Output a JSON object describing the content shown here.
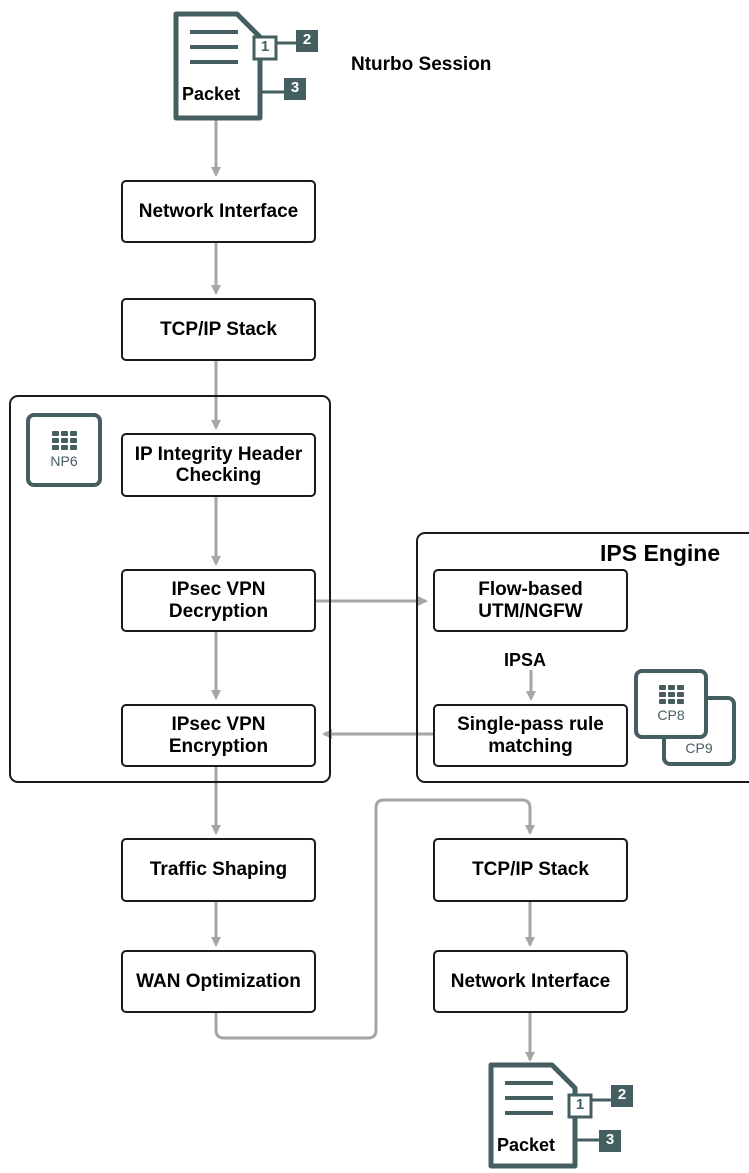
{
  "title": "",
  "nodes": {
    "network_interface_1": "Network Interface",
    "tcpip_stack_1": "TCP/IP Stack",
    "ip_integrity": "IP Integrity Header\nChecking",
    "ipsec_decryption": "IPsec VPN\nDecryption",
    "ipsec_encryption": "IPsec VPN\nEncryption",
    "traffic_shaping": "Traffic Shaping",
    "wan_optimization": "WAN Optimization",
    "flow_based": "Flow-based\nUTM/NGFW",
    "single_pass": "Single-pass rule\nmatching",
    "tcpip_stack_2": "TCP/IP Stack",
    "network_interface_2": "Network Interface"
  },
  "groups": {
    "ips_engine": "IPS Engine"
  },
  "labels": {
    "nturbo_session": "Nturbo Session",
    "ipsa": "IPSA"
  },
  "packet_top": {
    "label": "Packet",
    "tags": [
      "1",
      "2",
      "3"
    ]
  },
  "packet_bottom": {
    "label": "Packet",
    "tags": [
      "1",
      "2",
      "3"
    ]
  },
  "chips": {
    "np6": "NP6",
    "cp8": "CP8",
    "cp9": "CP9"
  },
  "colors": {
    "arrow": "#a6a6a6",
    "chip": "#455f61",
    "border": "#1a1a1a"
  },
  "icons": [
    "document-icon",
    "np-chip-icon",
    "cp-chip-icon"
  ]
}
